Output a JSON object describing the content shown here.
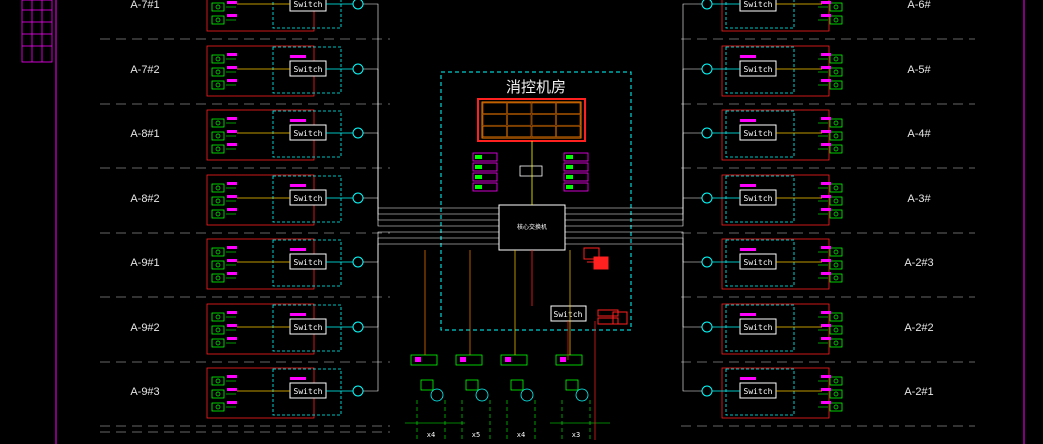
{
  "room": {
    "title": "消控机房",
    "core_label": "核心交换机",
    "switch_label": "Switch"
  },
  "left_labels": [
    "A-7#1",
    "A-7#2",
    "A-8#1",
    "A-8#2",
    "A-9#1",
    "A-9#2",
    "A-9#3"
  ],
  "right_labels": [
    "A-6#",
    "A-5#",
    "A-4#",
    "A-3#",
    "A-2#3",
    "A-2#2",
    "A-2#1"
  ],
  "switch_text": "Switch",
  "bottom_counts": [
    "x4",
    "x5",
    "x4",
    "x3"
  ],
  "colors": {
    "cyan": "#00ffff",
    "green": "#00ff00",
    "magenta": "#ff00ff",
    "red": "#ff2020",
    "yellow": "#ffff00",
    "white": "#ffffff",
    "orange": "#ff8000"
  }
}
